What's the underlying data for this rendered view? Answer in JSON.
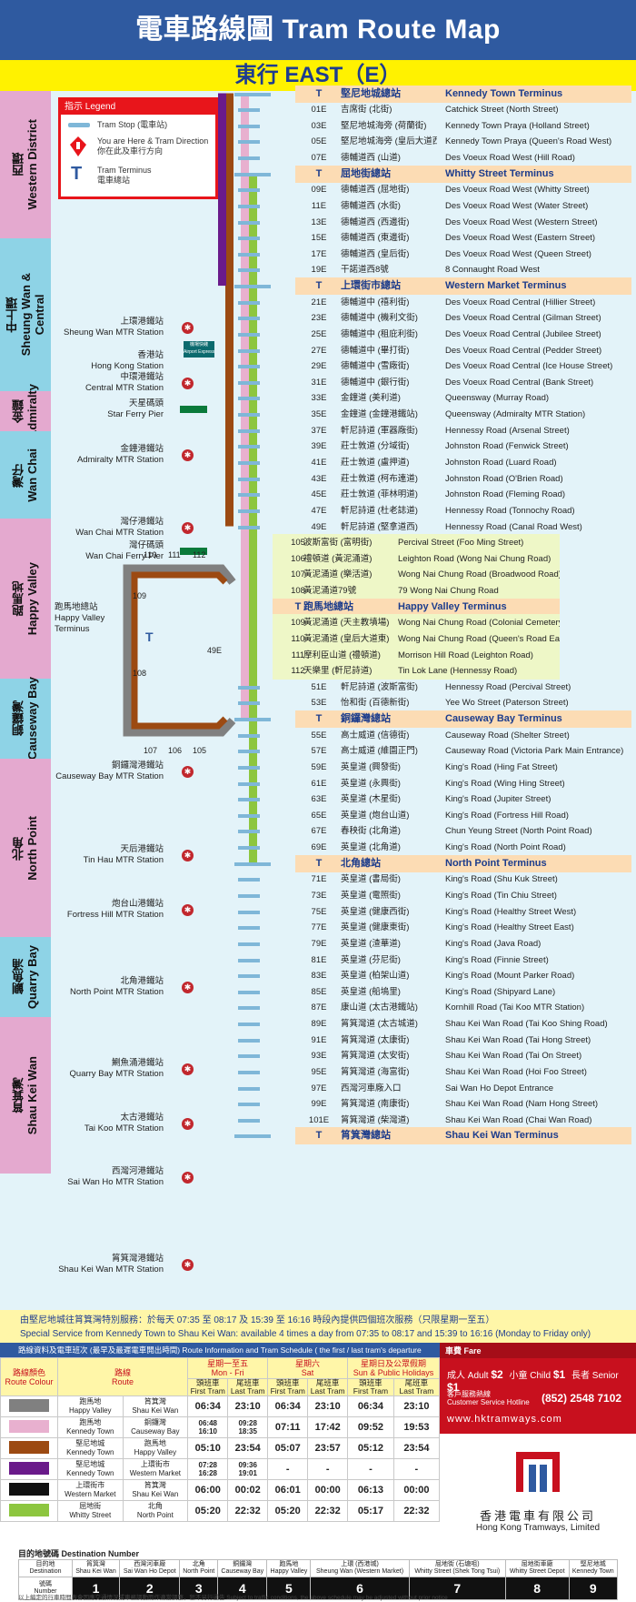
{
  "header": {
    "title": "電車路線圖 Tram Route Map",
    "direction": "東行 EAST（E）"
  },
  "legend": {
    "title": "指示 Legend",
    "items": [
      {
        "icon": "tram-stop-icon",
        "label": "Tram Stop (電車站)"
      },
      {
        "icon": "you-are-here-icon",
        "label": "You are Here & Tram Direction\n你在此及車行方向"
      },
      {
        "icon": "tram-terminus-icon",
        "symbol": "T",
        "label": "Tram Terminus\n電車總站"
      }
    ]
  },
  "districts": [
    {
      "name": "西環\nWestern District"
    },
    {
      "name": "中上環\nSheung Wan &\nCentral"
    },
    {
      "name": "金鐘\nAdmiralty"
    },
    {
      "name": "灣仔\nWan Chai"
    },
    {
      "name": "跑馬地\nHappy Valley"
    },
    {
      "name": "銅鑼灣\nCauseway Bay"
    },
    {
      "name": "北角\nNorth Point"
    },
    {
      "name": "鰂魚涌\nQuarry Bay"
    },
    {
      "name": "筲箕灣\nShau Kei Wan"
    }
  ],
  "stops": [
    {
      "code": "T",
      "zh": "堅尼地城總站",
      "en": "Kennedy Town Terminus",
      "term": true
    },
    {
      "code": "01E",
      "zh": "吉席街 (北街)",
      "en": "Catchick Street (North Street)"
    },
    {
      "code": "03E",
      "zh": "堅尼地城海旁 (荷蘭街)",
      "en": "Kennedy Town Praya (Holland Street)"
    },
    {
      "code": "05E",
      "zh": "堅尼地城海旁 (皇后大道西)",
      "en": "Kennedy Town Praya (Queen's Road West)"
    },
    {
      "code": "07E",
      "zh": "德輔道西 (山道)",
      "en": "Des Voeux Road West (Hill Road)"
    },
    {
      "code": "T",
      "zh": "屈地街總站",
      "en": "Whitty Street Terminus",
      "term": true
    },
    {
      "code": "09E",
      "zh": "德輔道西 (屈地街)",
      "en": "Des Voeux Road West (Whitty Street)"
    },
    {
      "code": "11E",
      "zh": "德輔道西 (水街)",
      "en": "Des Voeux Road West (Water Street)"
    },
    {
      "code": "13E",
      "zh": "德輔道西 (西邊街)",
      "en": "Des Voeux Road West (Western Street)"
    },
    {
      "code": "15E",
      "zh": "德輔道西 (東邊街)",
      "en": "Des Voeux Road West (Eastern Street)"
    },
    {
      "code": "17E",
      "zh": "德輔道西 (皇后街)",
      "en": "Des Voeux Road West (Queen Street)"
    },
    {
      "code": "19E",
      "zh": "干諾道西8號",
      "en": "8 Connaught Road West"
    },
    {
      "code": "T",
      "zh": "上環街市總站",
      "en": "Western Market Terminus",
      "term": true
    },
    {
      "code": "21E",
      "zh": "德輔道中 (禧利街)",
      "en": "Des Voeux Road Central (Hillier Street)"
    },
    {
      "code": "23E",
      "zh": "德輔道中 (機利文街)",
      "en": "Des Voeux Road Central (Gilman Street)"
    },
    {
      "code": "25E",
      "zh": "德輔道中 (租庇利街)",
      "en": "Des Voeux Road Central (Jubilee Street)"
    },
    {
      "code": "27E",
      "zh": "德輔道中 (畢打街)",
      "en": "Des Voeux Road Central (Pedder Street)"
    },
    {
      "code": "29E",
      "zh": "德輔道中 (雪廠街)",
      "en": "Des Voeux Road Central (Ice House Street)"
    },
    {
      "code": "31E",
      "zh": "德輔道中 (銀行街)",
      "en": "Des Voeux Road Central (Bank Street)"
    },
    {
      "code": "33E",
      "zh": "金鐘道 (美利道)",
      "en": "Queensway (Murray Road)"
    },
    {
      "code": "35E",
      "zh": "金鐘道 (金鐘港鐵站)",
      "en": "Queensway (Admiralty MTR Station)"
    },
    {
      "code": "37E",
      "zh": "軒尼詩道 (軍器廠街)",
      "en": "Hennessy Road (Arsenal Street)"
    },
    {
      "code": "39E",
      "zh": "莊士敦道 (分域街)",
      "en": "Johnston Road (Fenwick Street)"
    },
    {
      "code": "41E",
      "zh": "莊士敦道 (盧押道)",
      "en": "Johnston Road (Luard Road)"
    },
    {
      "code": "43E",
      "zh": "莊士敦道 (柯布連道)",
      "en": "Johnston Road (O'Brien Road)"
    },
    {
      "code": "45E",
      "zh": "莊士敦道 (菲林明道)",
      "en": "Johnston Road (Fleming Road)"
    },
    {
      "code": "47E",
      "zh": "軒尼詩道 (杜老誌道)",
      "en": "Hennessy Road (Tonnochy Road)"
    },
    {
      "code": "49E",
      "zh": "軒尼詩道 (堅拿道西)",
      "en": "Hennessy Road (Canal Road West)"
    },
    {
      "code": "105",
      "zh": "波斯富街 (富明街)",
      "en": "Percival Street (Foo Ming Street)",
      "hv": true
    },
    {
      "code": "106",
      "zh": "禮頓道 (黃泥涌道)",
      "en": "Leighton Road (Wong Nai Chung Road)",
      "hv": true
    },
    {
      "code": "107",
      "zh": "黃泥涌道 (樂活道)",
      "en": "Wong Nai Chung Road (Broadwood Road)",
      "hv": true
    },
    {
      "code": "108",
      "zh": "黃泥涌道79號",
      "en": "79 Wong Nai Chung Road",
      "hv": true
    },
    {
      "code": "T",
      "zh": "跑馬地總站",
      "en": "Happy Valley Terminus",
      "term": true,
      "hv": true
    },
    {
      "code": "109",
      "zh": "黃泥涌道 (天主教墳場)",
      "en": "Wong Nai Chung Road (Colonial Cemetery)",
      "hv": true
    },
    {
      "code": "110",
      "zh": "黃泥涌道 (皇后大道東)",
      "en": "Wong Nai Chung Road (Queen's Road East)",
      "hv": true
    },
    {
      "code": "111",
      "zh": "摩利臣山道 (禮頓道)",
      "en": "Morrison Hill Road (Leighton Road)",
      "hv": true
    },
    {
      "code": "112",
      "zh": "天樂里 (軒尼詩道)",
      "en": "Tin Lok Lane (Hennessy Road)",
      "hv": true
    },
    {
      "code": "51E",
      "zh": "軒尼詩道 (波斯富街)",
      "en": "Hennessy Road (Percival Street)"
    },
    {
      "code": "53E",
      "zh": "怡和街 (百德新街)",
      "en": "Yee Wo Street (Paterson Street)"
    },
    {
      "code": "T",
      "zh": "銅鑼灣總站",
      "en": "Causeway Bay Terminus",
      "term": true
    },
    {
      "code": "55E",
      "zh": "高士威道 (信德街)",
      "en": "Causeway Road (Shelter Street)"
    },
    {
      "code": "57E",
      "zh": "高士威道 (維園正門)",
      "en": "Causeway Road (Victoria Park Main Entrance)"
    },
    {
      "code": "59E",
      "zh": "英皇道 (興發街)",
      "en": "King's Road (Hing Fat Street)"
    },
    {
      "code": "61E",
      "zh": "英皇道 (永興街)",
      "en": "King's Road (Wing Hing Street)"
    },
    {
      "code": "63E",
      "zh": "英皇道 (木星街)",
      "en": "King's Road (Jupiter Street)"
    },
    {
      "code": "65E",
      "zh": "英皇道 (炮台山道)",
      "en": "King's Road (Fortress Hill Road)"
    },
    {
      "code": "67E",
      "zh": "春秧街 (北角道)",
      "en": "Chun Yeung Street (North Point Road)"
    },
    {
      "code": "69E",
      "zh": "英皇道 (北角道)",
      "en": "King's Road (North Point Road)"
    },
    {
      "code": "T",
      "zh": "北角總站",
      "en": "North Point Terminus",
      "term": true
    },
    {
      "code": "71E",
      "zh": "英皇道 (書局街)",
      "en": "King's Road (Shu Kuk Street)"
    },
    {
      "code": "73E",
      "zh": "英皇道 (電照街)",
      "en": "King's Road (Tin Chiu Street)"
    },
    {
      "code": "75E",
      "zh": "英皇道 (健康西街)",
      "en": "King's Road (Healthy Street West)"
    },
    {
      "code": "77E",
      "zh": "英皇道 (健康東街)",
      "en": "King's Road (Healthy Street East)"
    },
    {
      "code": "79E",
      "zh": "英皇道 (渣華道)",
      "en": "King's Road (Java Road)"
    },
    {
      "code": "81E",
      "zh": "英皇道 (芬尼街)",
      "en": "King's Road (Finnie Street)"
    },
    {
      "code": "83E",
      "zh": "英皇道 (柏架山道)",
      "en": "King's Road (Mount Parker Road)"
    },
    {
      "code": "85E",
      "zh": "英皇道 (船塢里)",
      "en": "King's Road (Shipyard Lane)"
    },
    {
      "code": "87E",
      "zh": "康山道 (太古港鐵站)",
      "en": "Kornhill Road (Tai Koo MTR Station)"
    },
    {
      "code": "89E",
      "zh": "筲箕灣道 (太古城道)",
      "en": "Shau Kei Wan Road (Tai Koo Shing Road)"
    },
    {
      "code": "91E",
      "zh": "筲箕灣道 (太康街)",
      "en": "Shau Kei Wan Road (Tai Hong Street)"
    },
    {
      "code": "93E",
      "zh": "筲箕灣道 (太安街)",
      "en": "Shau Kei Wan Road (Tai On Street)"
    },
    {
      "code": "95E",
      "zh": "筲箕灣道 (海富街)",
      "en": "Shau Kei Wan Road (Hoi Foo Street)"
    },
    {
      "code": "97E",
      "zh": "西灣河車廠入口",
      "en": "Sai Wan Ho Depot Entrance"
    },
    {
      "code": "99E",
      "zh": "筲箕灣道 (南康街)",
      "en": "Shau Kei Wan Road (Nam Hong Street)"
    },
    {
      "code": "101E",
      "zh": "筲箕灣道 (柴灣道)",
      "en": "Shau Kei Wan Road (Chai Wan Road)"
    },
    {
      "code": "T",
      "zh": "筲箕灣總站",
      "en": "Shau Kei Wan Terminus",
      "term": true
    }
  ],
  "landmarks": [
    {
      "label": "上環港鐵站\nSheung Wan MTR Station",
      "icon": "mtr-icon"
    },
    {
      "label": "香港站\nHong Kong Station",
      "icon": "airport-express-icon",
      "badge": "機場快綫\nAirport Express"
    },
    {
      "label": "中環港鐵站\nCentral MTR Station",
      "icon": "mtr-icon"
    },
    {
      "label": "天星碼頭\nStar Ferry Pier",
      "icon": "ferry-icon"
    },
    {
      "label": "金鐘港鐵站\nAdmiralty MTR Station",
      "icon": "mtr-icon"
    },
    {
      "label": "灣仔港鐵站\nWan Chai MTR Station",
      "icon": "mtr-icon"
    },
    {
      "label": "灣仔碼頭\nWan Chai Ferry Pier",
      "icon": "ferry-icon"
    },
    {
      "label": "跑馬地總站\nHappy Valley\nTerminus",
      "icon": "tram-terminus-icon"
    },
    {
      "label": "銅鑼灣港鐵站\nCauseway Bay MTR Station",
      "icon": "mtr-icon"
    },
    {
      "label": "天后港鐵站\nTin Hau MTR Station",
      "icon": "mtr-icon"
    },
    {
      "label": "炮台山港鐵站\nFortress Hill MTR Station",
      "icon": "mtr-icon"
    },
    {
      "label": "北角港鐵站\nNorth Point MTR Station",
      "icon": "mtr-icon"
    },
    {
      "label": "鰂魚涌港鐵站\nQuarry Bay MTR Station",
      "icon": "mtr-icon"
    },
    {
      "label": "太古港鐵站\nTai Koo MTR Station",
      "icon": "mtr-icon"
    },
    {
      "label": "西灣河港鐵站\nSai Wan Ho MTR Station",
      "icon": "mtr-icon"
    },
    {
      "label": "筲箕灣港鐵站\nShau Kei Wan MTR Station",
      "icon": "mtr-icon"
    }
  ],
  "happy_valley_loop": {
    "stop_numbers": [
      "110",
      "111",
      "112",
      "109",
      "108",
      "107",
      "106",
      "105"
    ],
    "terminus_symbol": "T",
    "junction_code": "49E"
  },
  "special_service": {
    "zh": "由堅尼地城往筲箕灣特別服務：於每天 07:35 至 08:17 及 15:39 至 16:16 時段內提供四個班次服務（只限星期一至五）",
    "en": "Special Service from Kennedy Town to Shau Kei Wan: available 4 times a day from 07:35 to 08:17 and 15:39 to 16:16 (Monday to Friday only)"
  },
  "schedule": {
    "title": "路線資料及電車班次 (最早及最遲電車開出時間) Route Information and Tram Schedule ( the first / last tram's departure time)",
    "col_colour": "路線顏色\nRoute Colour",
    "col_route": "路線\nRoute",
    "periods": [
      "星期一至五\nMon - Fri",
      "星期六\nSat",
      "星期日及公眾假期\nSun & Public Holidays"
    ],
    "first_tram": "頭班車\nFirst Tram",
    "last_tram": "尾班車\nLast Tram",
    "rows": [
      {
        "color": "#808080",
        "from": "跑馬地\nHappy Valley",
        "to": "筲箕灣\nShau Kei Wan",
        "times": [
          "06:34",
          "23:10",
          "06:34",
          "23:10",
          "06:34",
          "23:10"
        ]
      },
      {
        "color": "#e8b0cf",
        "from": "跑馬地\nKennedy Town",
        "to": "銅鑼灣\nCauseway Bay",
        "times": [
          "06:48\n16:10",
          "09:28\n18:35",
          "07:11",
          "17:42",
          "09:52",
          "19:53"
        ]
      },
      {
        "color": "#9c4a12",
        "from": "堅尼地城\nKennedy Town",
        "to": "跑馬地\nHappy Valley",
        "times": [
          "05:10",
          "23:54",
          "05:07",
          "23:57",
          "05:12",
          "23:54"
        ]
      },
      {
        "color": "#6a1a8a",
        "from": "堅尼地城\nKennedy Town",
        "to": "上環街市\nWestern Market",
        "times": [
          "07:28\n16:28",
          "09:36\n19:01",
          "-",
          "-",
          "-",
          "-"
        ]
      },
      {
        "color": "#111111",
        "from": "上環街市\nWestern Market",
        "to": "筲箕灣\nShau Kei Wan",
        "times": [
          "06:00",
          "00:02",
          "06:01",
          "00:00",
          "06:13",
          "00:00"
        ]
      },
      {
        "color": "#8dc63f",
        "from": "屈地街\nWhitty Street",
        "to": "北角\nNorth Point",
        "times": [
          "05:20",
          "22:32",
          "05:20",
          "22:32",
          "05:17",
          "22:32"
        ]
      }
    ]
  },
  "fare": {
    "title": "車費 Fare",
    "adult": "成人 Adult",
    "adult_v": "$2",
    "child": "小童 Child",
    "child_v": "$1",
    "senior": "長者 Senior",
    "senior_v": "$1",
    "hotline_label": "客戶服務熱線\nCustomer Service Hotline",
    "hotline": "(852) 2548 7102",
    "website": "www.hktramways.com"
  },
  "company": {
    "zh": "香港電車有限公司",
    "en": "Hong Kong Tramways, Limited"
  },
  "destination": {
    "title": "目的地號碼 Destination Number",
    "row_dest": "目的地\nDestination",
    "row_num": "號碼\nNumber",
    "items": [
      {
        "zh": "筲箕灣",
        "en": "Shau Kei Wan",
        "n": "1"
      },
      {
        "zh": "西灣河車廠",
        "en": "Sai Wan Ho Depot",
        "n": "2"
      },
      {
        "zh": "北角",
        "en": "North Point",
        "n": "3"
      },
      {
        "zh": "銅鑼灣",
        "en": "Causeway Bay",
        "n": "4"
      },
      {
        "zh": "跑馬地",
        "en": "Happy Valley",
        "n": "5"
      },
      {
        "zh": "上環 (西港城)",
        "en": "Sheung Wan (Western Market)",
        "n": "6"
      },
      {
        "zh": "屈地街 (石塘咀)",
        "en": "Whitty Street (Shek Tong Tsui)",
        "n": "7"
      },
      {
        "zh": "屈地街車廠",
        "en": "Whitty Street Depot",
        "n": "8"
      },
      {
        "zh": "堅尼地城",
        "en": "Kennedy Town",
        "n": "9"
      }
    ],
    "note": "以上編定的行車時間表會因應交通情況或車務調動而作適當調整，恕不另行通告 Subject to traffic conditions, the above schedule may be adjusted without prior notice"
  },
  "colors": {
    "grey": "#808080",
    "pink": "#e8b0cf",
    "brown": "#9c4a12",
    "purple": "#6a1a8a",
    "black": "#111111",
    "green": "#8dc63f",
    "header": "#2f5aa0",
    "yellow": "#fff200"
  }
}
